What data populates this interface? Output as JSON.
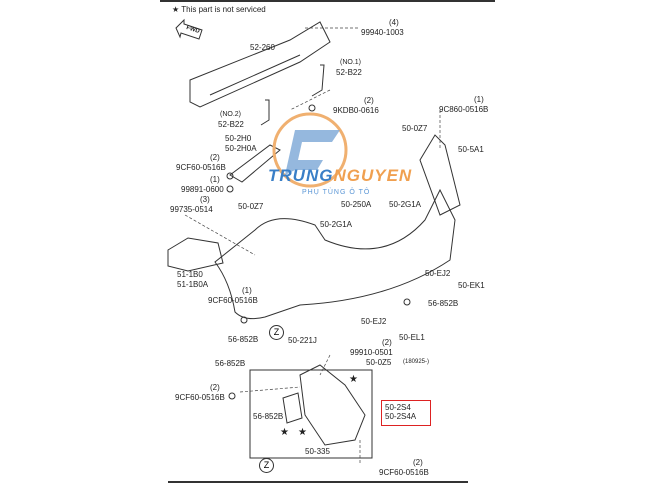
{
  "note": "This part is not serviced",
  "note_symbol": "★",
  "fwd_label": "FWD",
  "labels": {
    "l1": "99940-1003",
    "q1": "(4)",
    "l2": "52-260",
    "l3a": "(NO.1)",
    "l3": "52-B22",
    "q4": "(2)",
    "l4": "9KDB0-0616",
    "l5a": "(NO.2)",
    "l5": "52-B22",
    "q6": "(1)",
    "l6": "9C860-0516B",
    "l7": "50-0Z7",
    "l8": "50-5A1",
    "l9": "50-2H0",
    "l9b": "50-2H0A",
    "q10": "(2)",
    "l10": "9CF60-0516B",
    "q11": "(1)",
    "l11": "99891-0600",
    "q12": "(3)",
    "l12": "99735-0514",
    "l13": "50-0Z7",
    "l14": "50-250A",
    "l15": "50-2G1A",
    "l16": "50-2G1A",
    "l17": "51-1B0",
    "l17b": "51-1B0A",
    "q18": "(1)",
    "l18": "9CF60-0516B",
    "l19": "50-EJ2",
    "l20": "50-EK1",
    "l21": "56-852B",
    "l22": "50-EJ2",
    "l23": "50-EL1",
    "l24": "56-852B",
    "z": "Z",
    "l25": "50-221J",
    "q26": "(2)",
    "l26": "99910-0501",
    "l27": "50-0Z5",
    "l27b": "(180925-)",
    "l28": "56-852B",
    "q29": "(2)",
    "l29": "9CF60-0516B",
    "l30": "56-852B",
    "l31": "50-2S4",
    "l31b": "50-2S4A",
    "l32": "50-335",
    "q33": "(2)",
    "l33": "9CF60-0516B"
  },
  "watermark": {
    "brand_a": "TRUNG",
    "brand_b": "NGUYEN",
    "sub": "PHỤ TÙNG Ô TÔ"
  },
  "colors": {
    "highlight": "#dd2222",
    "brand_blue": "#3a7fc7",
    "brand_orange": "#f0a050"
  }
}
